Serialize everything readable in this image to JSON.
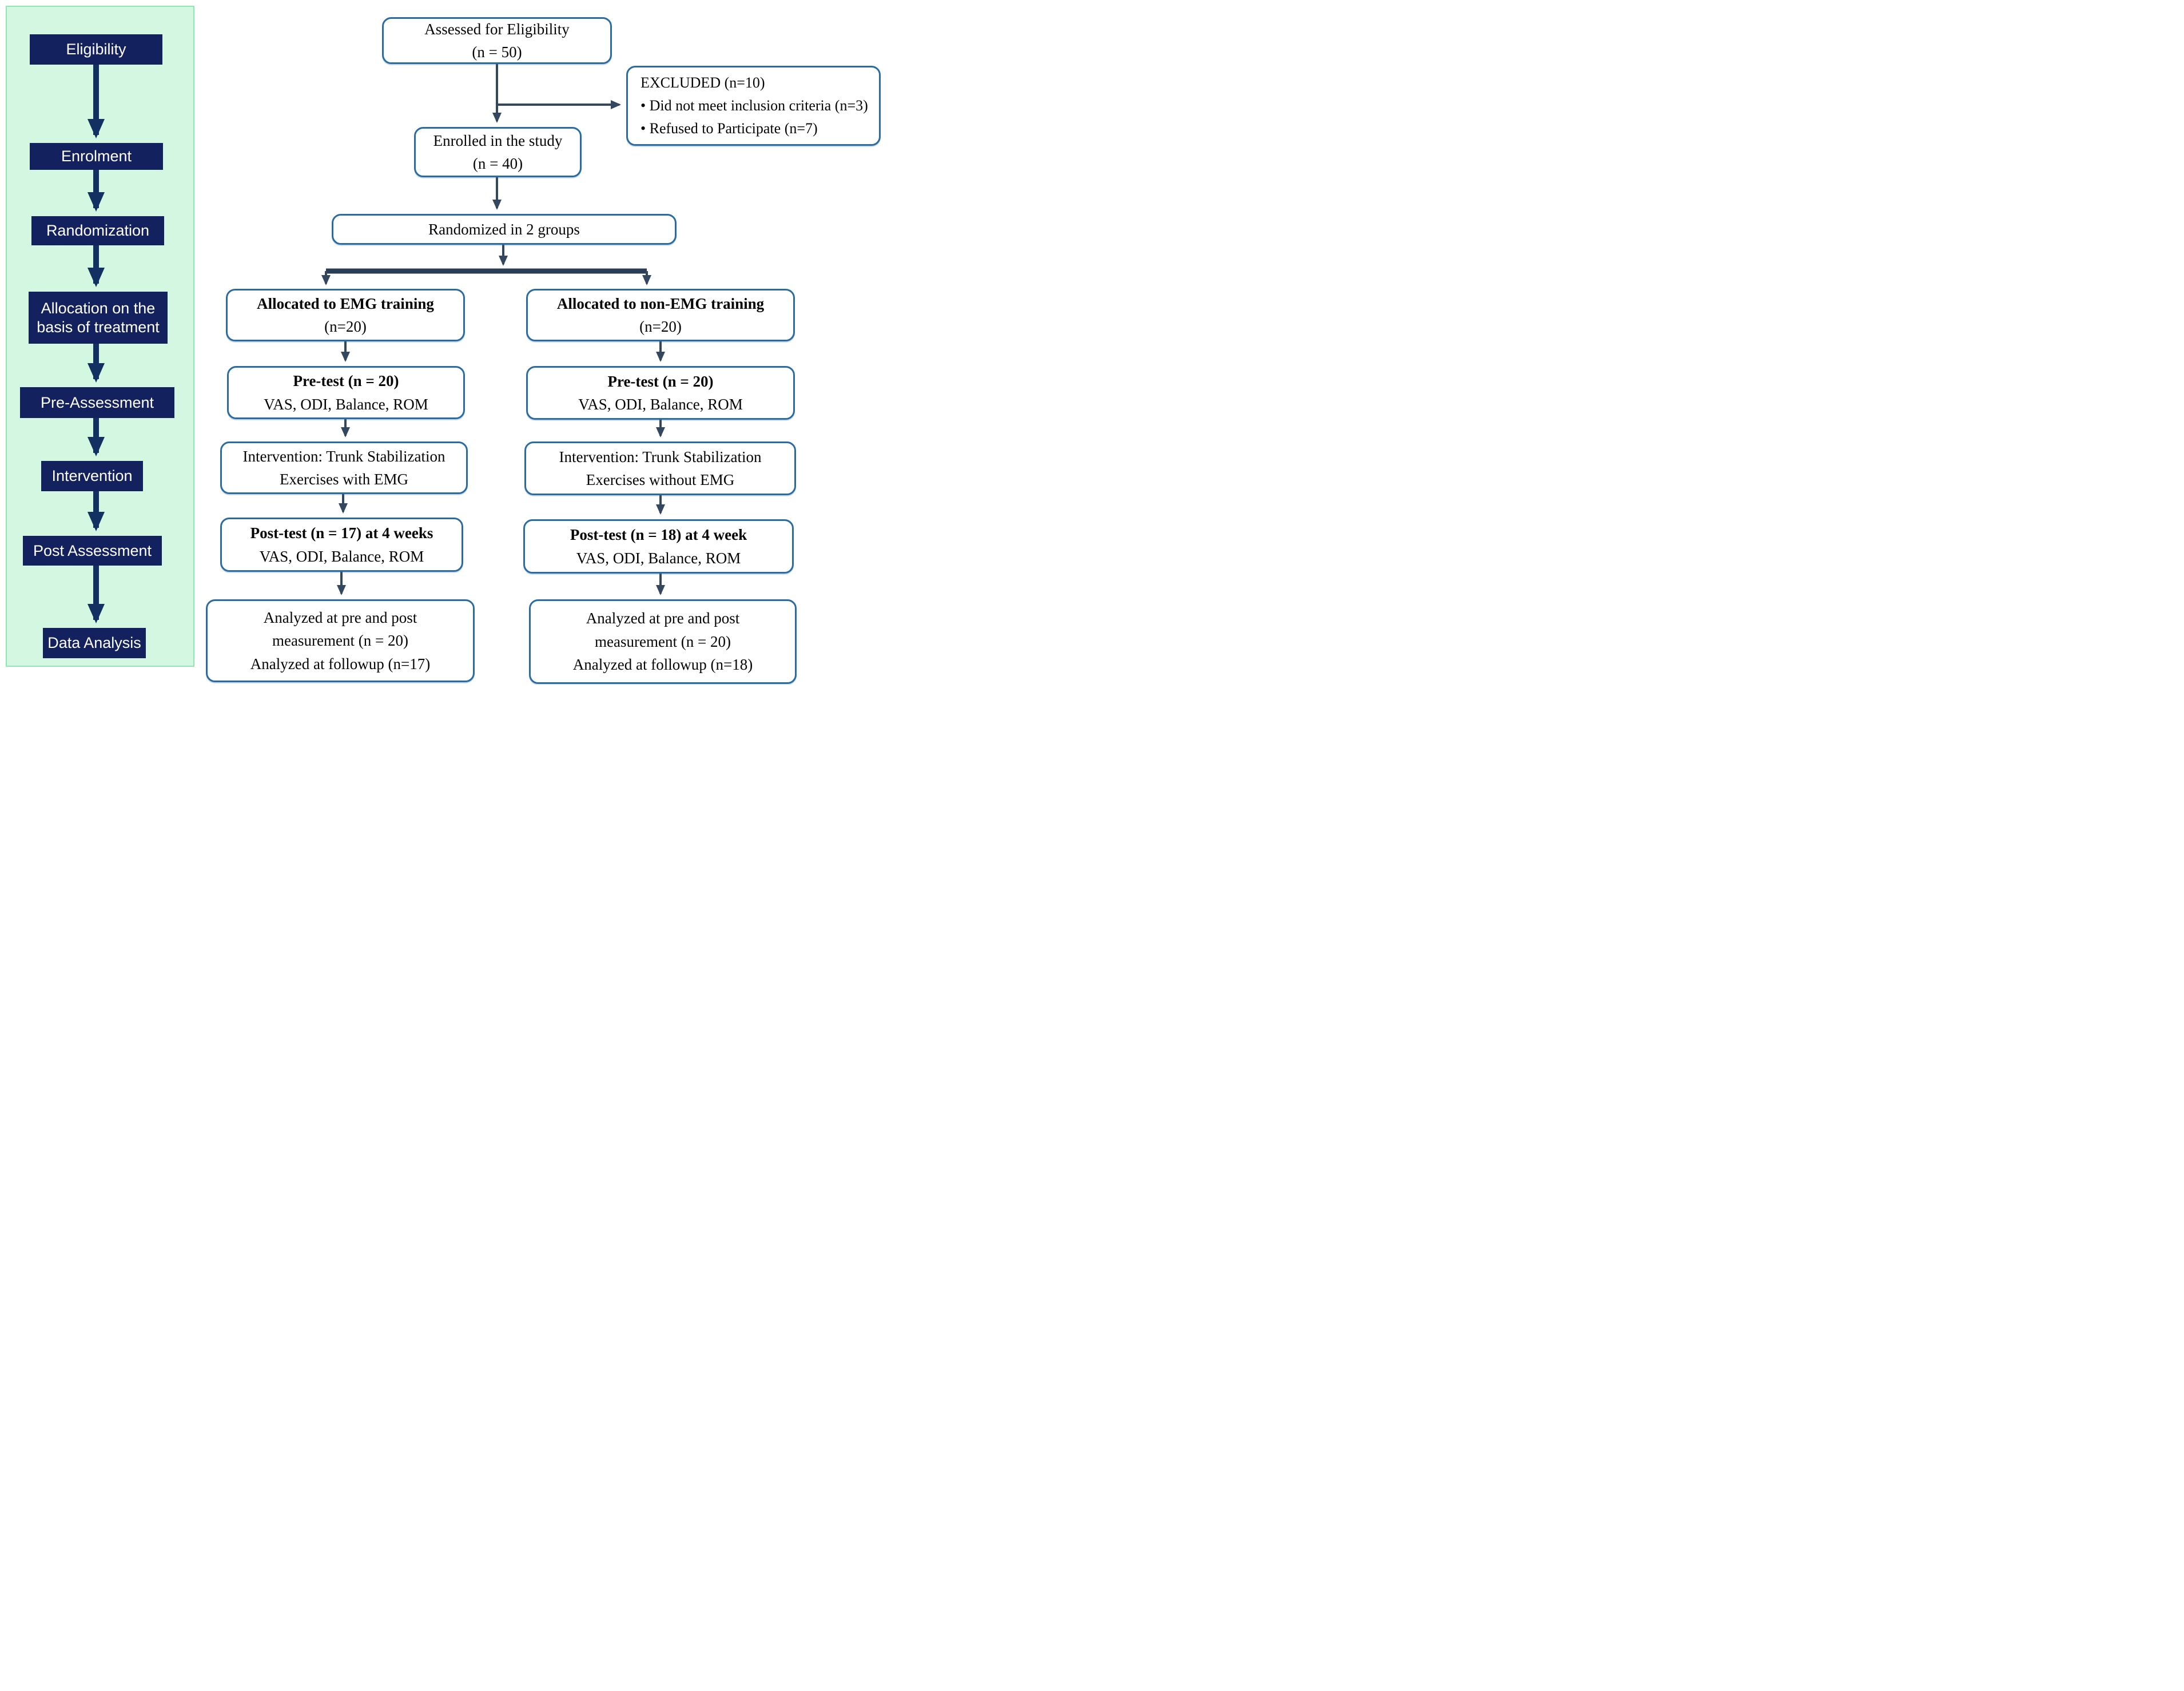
{
  "sidebar": {
    "items": [
      "Eligibility",
      "Enrolment",
      "Randomization",
      "Allocation on the basis of treatment",
      "Pre-Assessment",
      "Intervention",
      "Post Assessment",
      "Data Analysis"
    ]
  },
  "flow": {
    "assessed": {
      "line1": "Assessed for Eligibility",
      "line2": "(n = 50)"
    },
    "excluded": {
      "title": "EXCLUDED (n=10)",
      "bullets": [
        "• Did not meet inclusion criteria (n=3)",
        "• Refused to Participate (n=7)"
      ]
    },
    "enrolled": {
      "line1": "Enrolled in the study",
      "line2": "(n = 40)"
    },
    "randomized": {
      "line1": "Randomized in 2 groups"
    },
    "emg": {
      "allocated1": "Allocated to EMG training",
      "allocated2": "(n=20)",
      "pretest1": "Pre-test (n = 20)",
      "pretest2": "VAS, ODI, Balance, ROM",
      "intervention1": "Intervention: Trunk Stabilization",
      "intervention2": "Exercises with EMG",
      "posttest1": "Post-test (n = 17) at 4 weeks",
      "posttest2": "VAS, ODI, Balance, ROM",
      "analyzed1": "Analyzed at pre and post",
      "analyzed2": "measurement (n = 20)",
      "analyzed3": "Analyzed at followup (n=17)"
    },
    "nonemg": {
      "allocated1": "Allocated to non-EMG training",
      "allocated2": "(n=20)",
      "pretest1": "Pre-test (n = 20)",
      "pretest2": "VAS, ODI, Balance, ROM",
      "intervention1": "Intervention: Trunk Stabilization",
      "intervention2": "Exercises without EMG",
      "posttest1": "Post-test (n = 18) at 4 week",
      "posttest2": "VAS, ODI, Balance, ROM",
      "analyzed1": "Analyzed at pre and post",
      "analyzed2": "measurement (n = 20)",
      "analyzed3": "Analyzed at followup (n=18)"
    }
  },
  "colors": {
    "box_border": "#2a6ba2",
    "sidebar_navy": "#13215f",
    "panel_green": "#d3f7e0",
    "panel_border": "#90e8ae",
    "sidebar_arrow": "#123061",
    "flow_connector": "#33485f",
    "split_bar": "#2a3f56"
  }
}
